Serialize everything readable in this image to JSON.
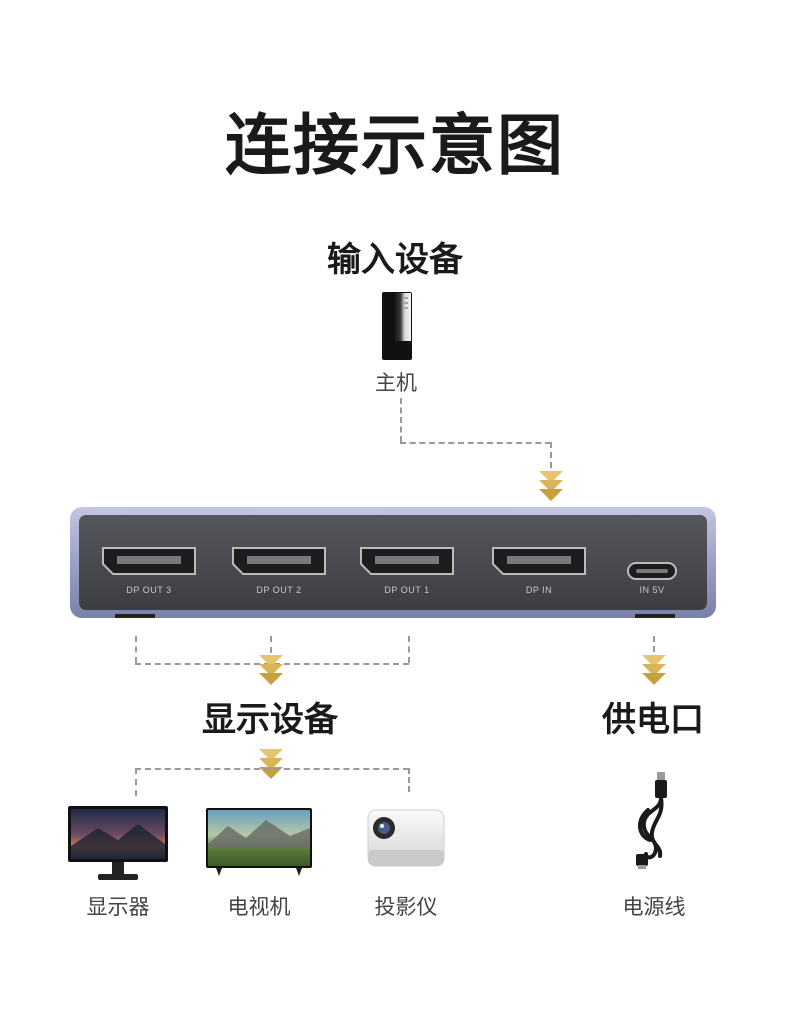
{
  "page": {
    "title": "连接示意图",
    "input_heading": "输入设备",
    "output_heading": "显示设备",
    "power_heading": "供电口"
  },
  "input": {
    "label": "主机",
    "icon": "pc-tower-icon"
  },
  "switch": {
    "ports": [
      {
        "label": "DP OUT 3",
        "icon": "displayport-icon"
      },
      {
        "label": "DP OUT 2",
        "icon": "displayport-icon"
      },
      {
        "label": "DP OUT 1",
        "icon": "displayport-icon"
      },
      {
        "label": "DP IN",
        "icon": "displayport-icon"
      },
      {
        "label": "IN 5V",
        "icon": "usb-c-icon"
      }
    ]
  },
  "outputs": [
    {
      "label": "显示器",
      "icon": "monitor-icon"
    },
    {
      "label": "电视机",
      "icon": "tv-icon"
    },
    {
      "label": "投影仪",
      "icon": "projector-icon"
    }
  ],
  "power": {
    "label": "电源线",
    "icon": "usb-cable-icon"
  },
  "colors": {
    "arrow": "#d9b45a",
    "device_frame": "#9aa0c8",
    "device_face": "#4a4c50"
  }
}
